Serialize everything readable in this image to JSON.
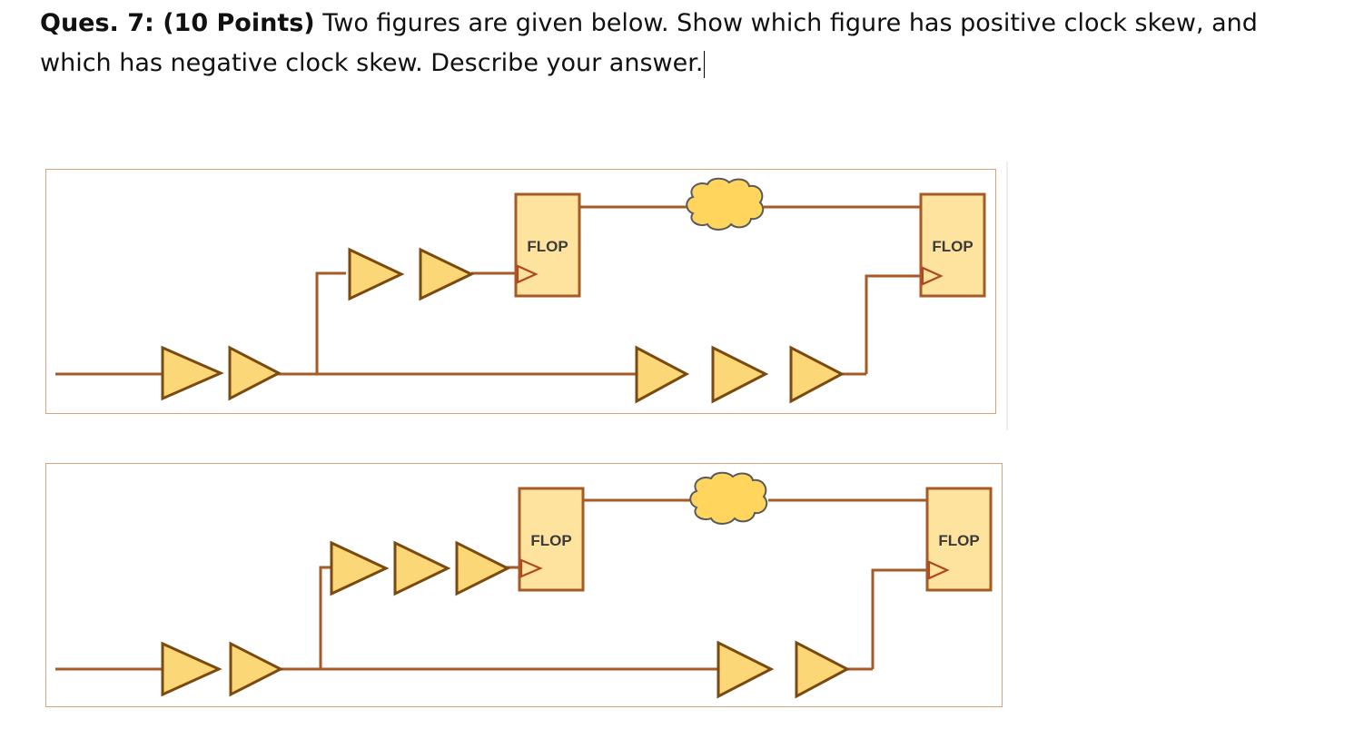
{
  "question": {
    "number_label": "Ques. 7: (10 Points)",
    "text": " Two figures are given below. Show which figure has positive clock skew, and which has negative clock skew. Describe your answer."
  },
  "figures": [
    {
      "launch_flop_label": "FLOP",
      "capture_flop_label": "FLOP",
      "source_buffers": 2,
      "launch_path_buffers": 2,
      "capture_path_buffers": 3
    },
    {
      "launch_flop_label": "FLOP",
      "capture_flop_label": "FLOP",
      "source_buffers": 2,
      "launch_path_buffers": 3,
      "capture_path_buffers": 2
    }
  ],
  "colors": {
    "wire": "#a65a24",
    "buffer_fill": "#fcd777",
    "flop_fill": "#fde39e",
    "cloud_fill": "#ffd55e",
    "frame_border": "#d9a27a"
  }
}
